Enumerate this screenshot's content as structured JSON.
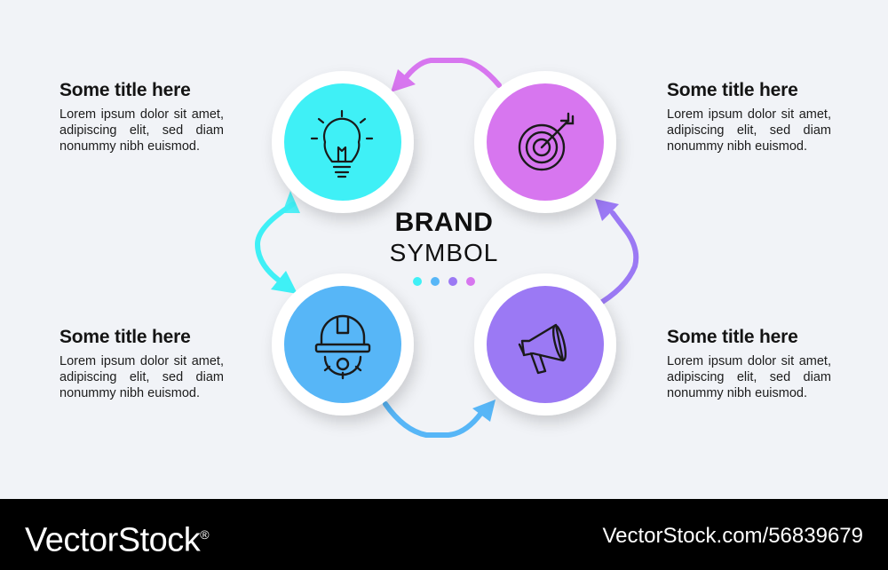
{
  "colors": {
    "cyan": "#3ff0f6",
    "magenta": "#d776ef",
    "blue": "#57b6f7",
    "violet": "#9b79f4",
    "background": "#f1f3f7",
    "footer": "#000000"
  },
  "center": {
    "brand_line1": "BRAND",
    "brand_line2": "SYMBOL",
    "dot_colors": [
      "#3ff0f6",
      "#57b6f7",
      "#9b79f4",
      "#d776ef"
    ]
  },
  "steps": [
    {
      "icon": "lightbulb-icon",
      "color": "#3ff0f6",
      "title": "Some title here",
      "body": "Lorem ipsum dolor sit amet, adipiscing elit, sed diam nonummy nibh euismod."
    },
    {
      "icon": "target-icon",
      "color": "#d776ef",
      "title": "Some title here",
      "body": "Lorem ipsum dolor sit amet, adipiscing elit, sed diam nonummy nibh euismod."
    },
    {
      "icon": "hardhat-icon",
      "color": "#57b6f7",
      "title": "Some title here",
      "body": "Lorem ipsum dolor sit amet, adipiscing elit, sed diam nonummy nibh euismod."
    },
    {
      "icon": "megaphone-icon",
      "color": "#9b79f4",
      "title": "Some title here",
      "body": "Lorem ipsum dolor sit amet, adipiscing elit, sed diam nonummy nibh euismod."
    }
  ],
  "footer": {
    "brand": "VectorStock",
    "registered": "®",
    "image_ref": "VectorStock.com/56839679"
  }
}
